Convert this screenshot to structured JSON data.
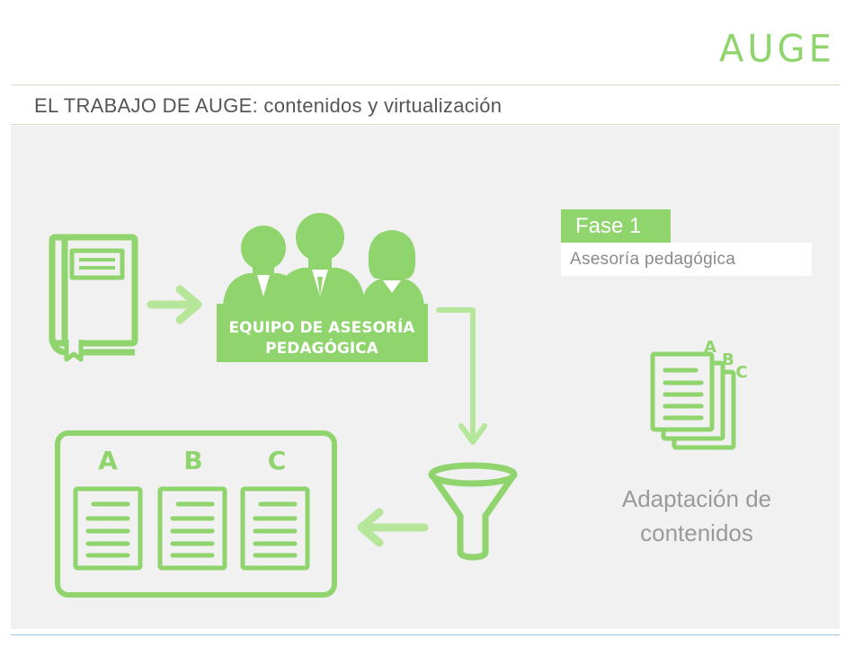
{
  "header": {
    "logo_text": "AUGE",
    "title": "EL TRABAJO DE AUGE: contenidos y virtualización"
  },
  "phase": {
    "badge": "Fase 1",
    "subtitle": "Asesoría pedagógica"
  },
  "team": {
    "line1": "EQUIPO DE ASESORÍA",
    "line2": "PEDAGÓGICA"
  },
  "documents": {
    "letters": [
      "A",
      "B",
      "C"
    ]
  },
  "adaptation": {
    "icon_letters": [
      "A",
      "B",
      "C"
    ],
    "label_line1": "Adaptación de",
    "label_line2": "contenidos"
  },
  "colors": {
    "accent_green": "#8fd46c",
    "light_green": "#b5e69a",
    "panel_bg": "#f1f1f1",
    "text_gray": "#555555"
  }
}
